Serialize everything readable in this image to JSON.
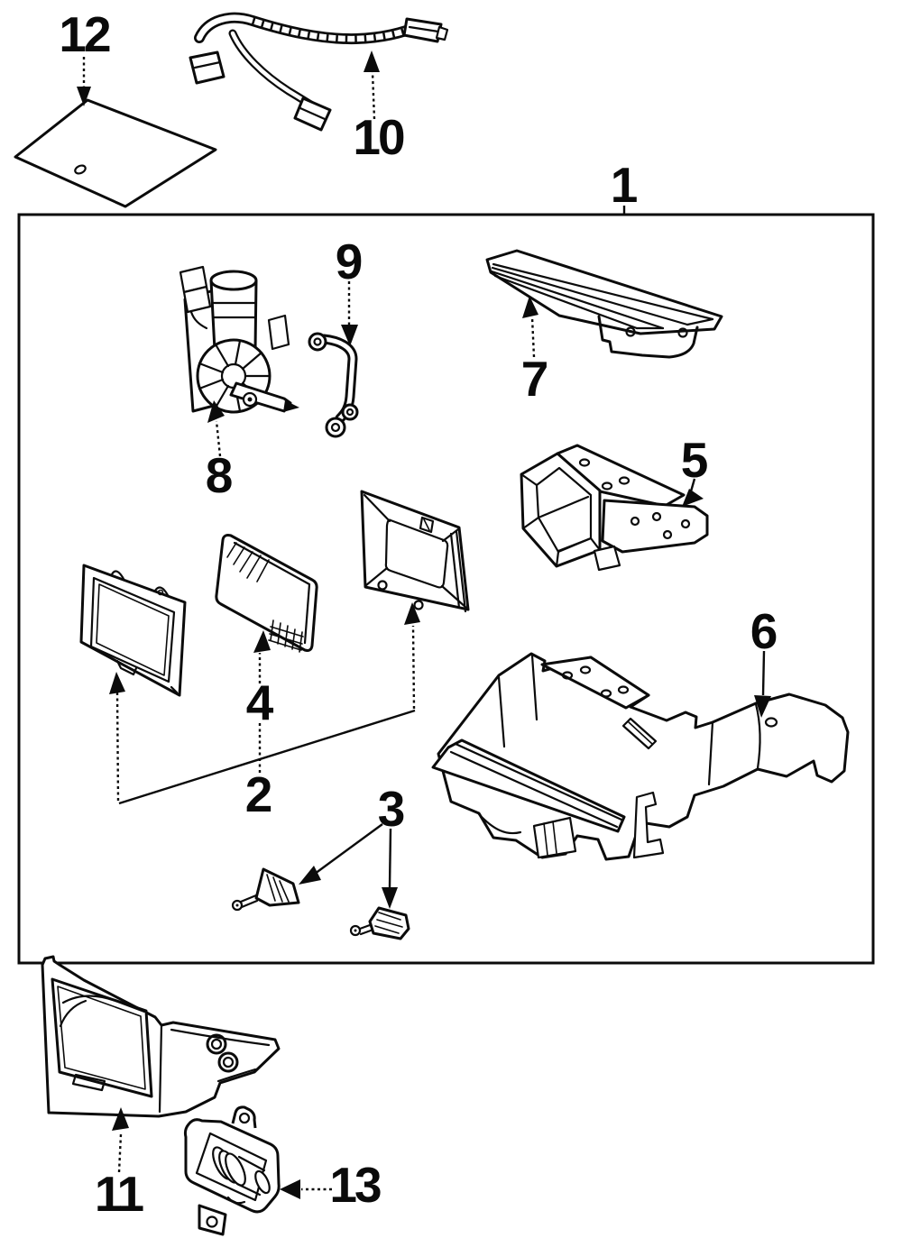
{
  "diagram": {
    "type": "exploded-parts-diagram",
    "subject": "headlamp-components",
    "colors": {
      "background": "#ffffff",
      "ink": "#0b0b0b"
    },
    "callouts": {
      "c1": "1",
      "c2": "2",
      "c3": "3",
      "c4": "4",
      "c5": "5",
      "c6": "6",
      "c7": "7",
      "c8": "8",
      "c9": "9",
      "c10": "10",
      "c11": "11",
      "c12": "12",
      "c13": "13"
    }
  }
}
